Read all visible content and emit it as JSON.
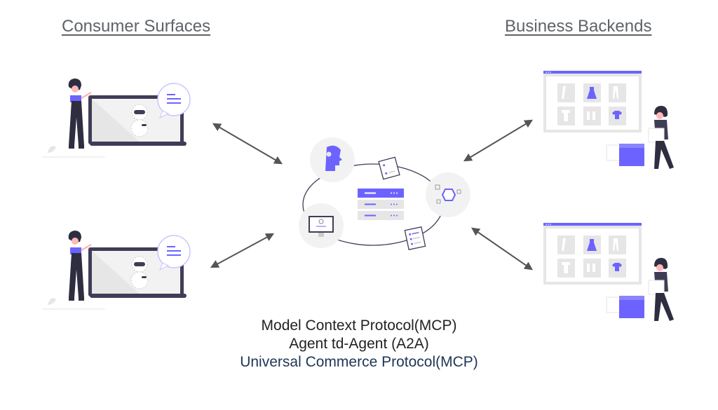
{
  "headings": {
    "left": "Consumer Surfaces",
    "right": "Business Backends"
  },
  "protocols": [
    "Model Context Protocol(MCP)",
    "Agent td-Agent (A2A)",
    "Universal Commerce Protocol(MCP)"
  ],
  "colors": {
    "accent": "#6c63ff",
    "dark": "#3f3d56",
    "light_gray": "#e6e6e6",
    "circle_bg": "#f2f2f2",
    "arrow": "#555555",
    "caption_highlight": "#1f3556"
  },
  "nodes": {
    "consumer_surfaces": [
      "consumer-surface-1",
      "consumer-surface-2"
    ],
    "business_backends": [
      "business-backend-1",
      "business-backend-2"
    ],
    "hub_icons": [
      "head-icon",
      "monitor-icon",
      "network-hexagon-icon",
      "document-icon",
      "checklist-icon",
      "server-stack-icon"
    ]
  }
}
